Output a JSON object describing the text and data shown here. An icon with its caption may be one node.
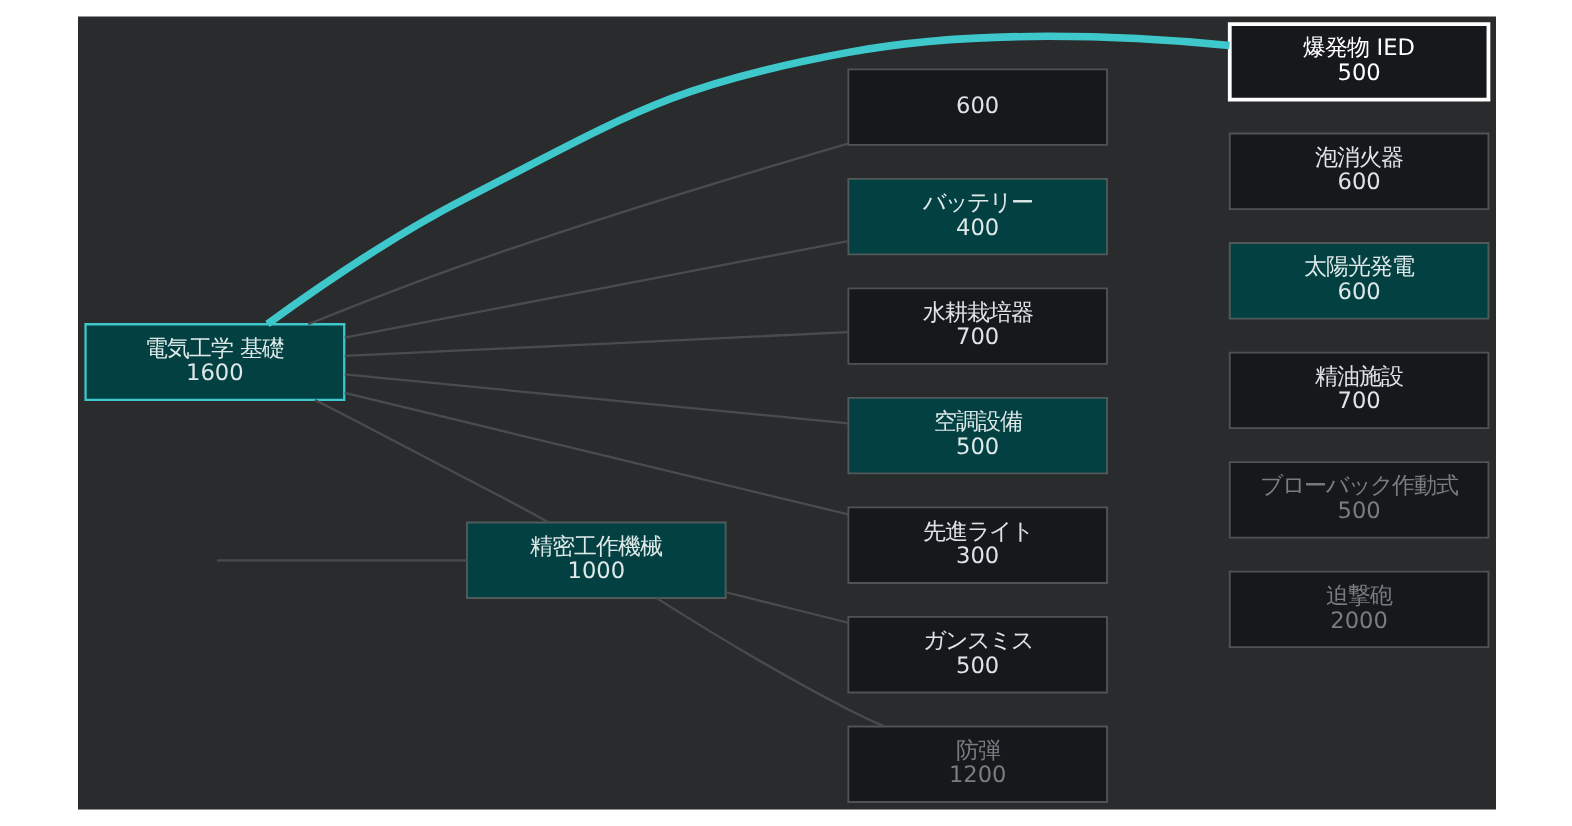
{
  "diagram": {
    "nodes": [
      {
        "text": [
          "600"
        ]
      },
      {
        "text": [
          "バッテリー",
          "400"
        ]
      },
      {
        "text": [
          "爆発物 IED",
          "500"
        ]
      },
      {
        "text": [
          "水耕栽培器",
          "700"
        ]
      },
      {
        "text": [
          "泡消火器",
          "600"
        ]
      },
      {
        "text": [
          "空調設備",
          "500"
        ]
      },
      {
        "text": [
          "太陽光発電",
          "600"
        ]
      },
      {
        "text": [
          "電気工学 基礎",
          "1600"
        ]
      },
      {
        "text": [
          "先進ライト",
          "300"
        ]
      },
      {
        "text": [
          "精油施設",
          "700"
        ]
      },
      {
        "text": [
          "精密工作機械",
          "1000"
        ]
      },
      {
        "text": [
          "ガンスミス",
          "500"
        ]
      },
      {
        "text": [
          "ブローバック作動式",
          "500"
        ]
      },
      {
        "text": [
          "防弾",
          "1200"
        ]
      },
      {
        "text": [
          "迫撃砲",
          "2000"
        ]
      }
    ],
    "edges": [
      {
        "from": 7,
        "to": 2,
        "arrow": "none",
        "style": "thick",
        "color": "#3ec8cc"
      },
      {
        "from": 7,
        "to": 0,
        "arrow": "none"
      },
      {
        "from": 7,
        "to": 1,
        "arrow": "none"
      },
      {
        "from": 7,
        "to": 3,
        "arrow": "none"
      },
      {
        "from": 7,
        "to": 5,
        "arrow": "none"
      },
      {
        "from": 7,
        "to": 8,
        "arrow": "none"
      },
      {
        "from": 7,
        "to": 10,
        "arrow": "none"
      },
      {
        "from": null,
        "to": 10,
        "arrow": "none"
      },
      {
        "from": 10,
        "to": 11,
        "arrow": "none"
      },
      {
        "from": 10,
        "to": 13,
        "arrow": "none"
      }
    ]
  }
}
